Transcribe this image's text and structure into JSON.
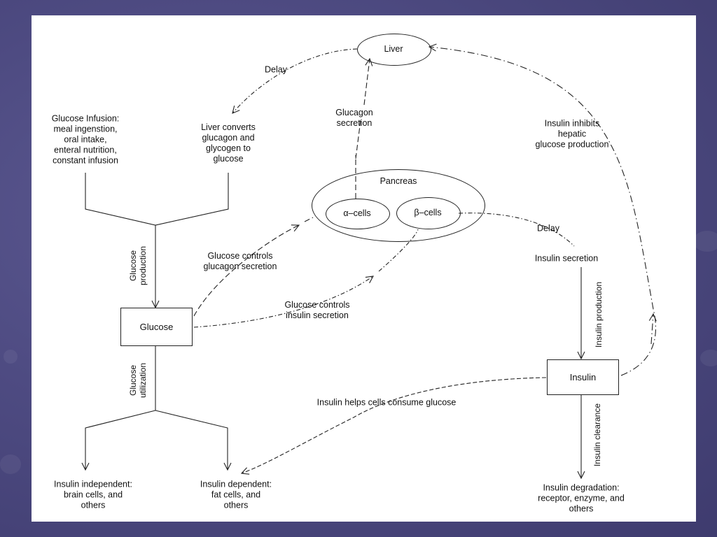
{
  "nodes": {
    "liver": "Liver",
    "pancreas": "Pancreas",
    "alpha_cells": "α–cells",
    "beta_cells": "β–cells",
    "glucose": "Glucose",
    "insulin": "Insulin"
  },
  "texts": {
    "glucose_infusion": "Glucose Infusion:\nmeal ingenstion,\noral intake,\nenteral nutrition,\nconstant infusion",
    "liver_converts": "Liver converts\nglucagon and\nglycogen to\nglucose",
    "delay_top": "Delay",
    "glucagon_secretion": "Glucagon\nsecretion",
    "insulin_inhibits": "Insulin inhibits\nhepatic\nglucose production",
    "glucose_production": "Glucose\nproduction",
    "glucose_controls_glucagon": "Glucose controls\nglucagon secretion",
    "glucose_controls_insulin": "Glucose controls\ninsulin secretion",
    "delay_right": "Delay",
    "insulin_secretion": "Insulin secretion",
    "insulin_production": "Insulin production",
    "glucose_utilization": "Glucose\nutilization",
    "insulin_helps": "Insulin helps cells consume glucose",
    "insulin_clearance": "Insulin clearance",
    "insulin_independent": "Insulin independent:\nbrain cells, and\nothers",
    "insulin_dependent": "Insulin dependent:\nfat cells, and\nothers",
    "insulin_degradation": "Insulin degradation:\nreceptor, enzyme, and\nothers"
  },
  "colors": {
    "background": "#4e4b82",
    "slide": "#ffffff",
    "line": "#222222"
  }
}
